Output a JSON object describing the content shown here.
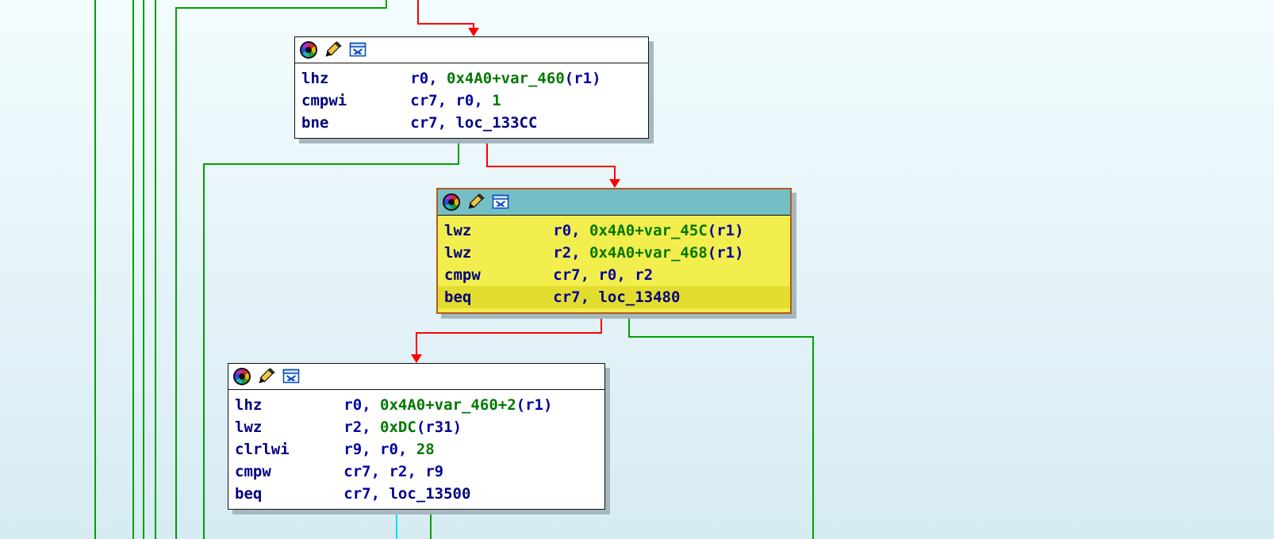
{
  "app": {
    "view": "disassembly-graph-view"
  },
  "colors": {
    "background_top": "#f3fcfe",
    "background_bottom": "#d7ebf3",
    "edge_green": "#00a000",
    "edge_red": "#ff0000",
    "edge_cyan": "#00e0e6",
    "node_bg": "#ffffff",
    "node_shadow": "#a5b7bf",
    "highlight_border": "#b25a1e",
    "highlight_title_bg": "#76bec6",
    "highlight_body_bg": "#f2ee4d",
    "highlight_current_line_bg": "#e3dd2f",
    "text_mnemonic": "#000080",
    "text_register": "#0000a0",
    "text_number": "#007800",
    "text_label": "#000080"
  },
  "toolbar_icons": [
    "node-color-icon",
    "edit-node-icon",
    "group-nodes-icon"
  ],
  "blocks": [
    {
      "id": "block-top",
      "highlighted": false,
      "current_line": null,
      "instructions": [
        [
          [
            "lhz         ",
            "mn"
          ],
          [
            "r0, ",
            "reg"
          ],
          [
            "0x4A0+var_460",
            "num"
          ],
          [
            "(r1)",
            "reg"
          ]
        ],
        [
          [
            "cmpwi       ",
            "mn"
          ],
          [
            "cr7, r0, ",
            "reg"
          ],
          [
            "1",
            "num"
          ]
        ],
        [
          [
            "bne         ",
            "mn"
          ],
          [
            "cr7, ",
            "reg"
          ],
          [
            "loc_133CC",
            "loc"
          ]
        ]
      ]
    },
    {
      "id": "block-middle",
      "highlighted": true,
      "current_line": 3,
      "instructions": [
        [
          [
            "lwz         ",
            "mn"
          ],
          [
            "r0, ",
            "reg"
          ],
          [
            "0x4A0+var_45C",
            "num"
          ],
          [
            "(r1)",
            "reg"
          ]
        ],
        [
          [
            "lwz         ",
            "mn"
          ],
          [
            "r2, ",
            "reg"
          ],
          [
            "0x4A0+var_468",
            "num"
          ],
          [
            "(r1)",
            "reg"
          ]
        ],
        [
          [
            "cmpw        ",
            "mn"
          ],
          [
            "cr7, r0, r2",
            "reg"
          ]
        ],
        [
          [
            "beq         ",
            "mn"
          ],
          [
            "cr7, ",
            "reg"
          ],
          [
            "loc_13480",
            "loc"
          ]
        ]
      ]
    },
    {
      "id": "block-bottom",
      "highlighted": false,
      "current_line": null,
      "instructions": [
        [
          [
            "lhz         ",
            "mn"
          ],
          [
            "r0, ",
            "reg"
          ],
          [
            "0x4A0+var_460+2",
            "num"
          ],
          [
            "(r1)",
            "reg"
          ]
        ],
        [
          [
            "lwz         ",
            "mn"
          ],
          [
            "r2, ",
            "reg"
          ],
          [
            "0xDC",
            "num"
          ],
          [
            "(r31)",
            "reg"
          ]
        ],
        [
          [
            "clrlwi      ",
            "mn"
          ],
          [
            "r9, r0, ",
            "reg"
          ],
          [
            "28",
            "num"
          ]
        ],
        [
          [
            "cmpw        ",
            "mn"
          ],
          [
            "cr7, r2, r9",
            "reg"
          ]
        ],
        [
          [
            "beq         ",
            "mn"
          ],
          [
            "cr7, ",
            "reg"
          ],
          [
            "loc_13500",
            "loc"
          ]
        ]
      ]
    }
  ]
}
